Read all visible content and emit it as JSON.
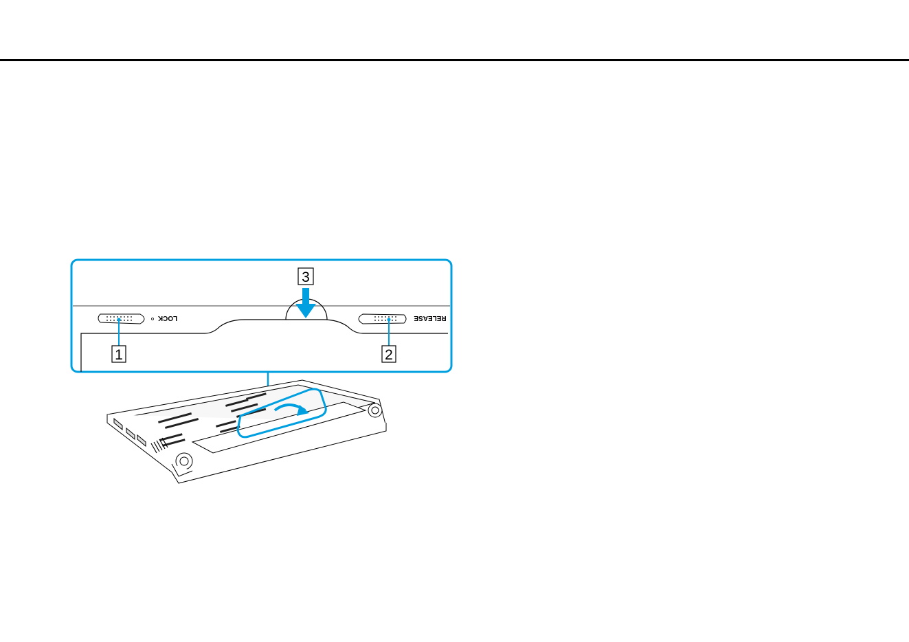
{
  "figure": {
    "callouts": [
      "1",
      "2",
      "3"
    ],
    "labels": {
      "lock": "LOCK",
      "release": "RELEASE"
    },
    "colors": {
      "accent": "#00a0e0",
      "line": "#000000"
    }
  }
}
